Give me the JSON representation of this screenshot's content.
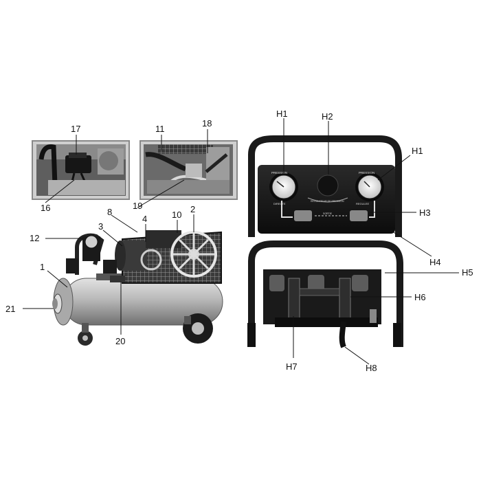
{
  "labels": {
    "n1": "1",
    "n2": "2",
    "n3": "3",
    "n4": "4",
    "n8": "8",
    "n10": "10",
    "n11": "11",
    "n12": "12",
    "n16": "16",
    "n17": "17",
    "n18": "18",
    "n19": "19",
    "n20": "20",
    "n21": "21",
    "h1a": "H1",
    "h1b": "H1",
    "h2": "H2",
    "h3": "H3",
    "h4": "H4",
    "h5": "H5",
    "h6": "H6",
    "h7": "H7",
    "h8": "H8"
  },
  "panel_text": {
    "left_gauge_caption": "PRESSION",
    "right_gauge_caption": "PRESSION",
    "regulator_caption": "REGULATEUR DE PRESSION",
    "left_outlet_caption": "DIRECTE",
    "right_outlet_caption": "REGULEE",
    "sortie_caption": "SORTIE"
  }
}
